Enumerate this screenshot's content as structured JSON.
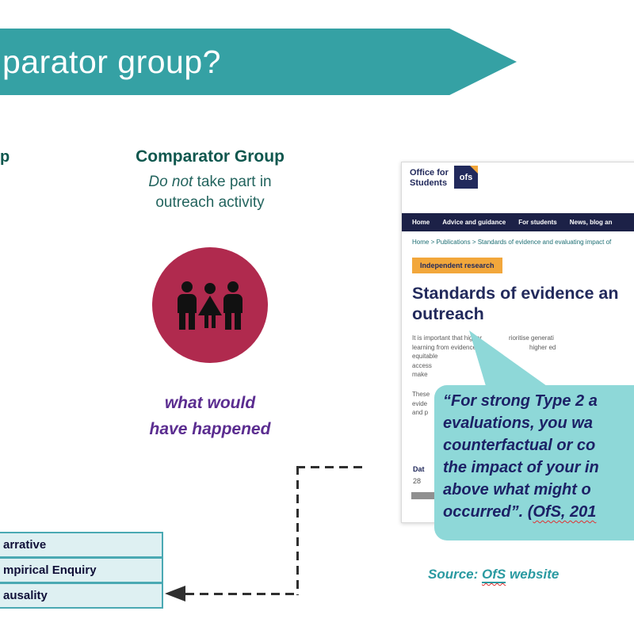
{
  "banner": {
    "title_fragment": "parator group?"
  },
  "left_column": {
    "fragment": "p"
  },
  "comparator": {
    "heading": "Comparator Group",
    "desc_emphasis": "Do not",
    "desc_rest": " take part in",
    "desc_line2": "outreach activity",
    "counterfactual_line1": "what would",
    "counterfactual_line2": "have happened"
  },
  "evidence_boxes": [
    {
      "label": "arrative"
    },
    {
      "label": "mpirical Enquiry"
    },
    {
      "label": "ausality"
    }
  ],
  "ofs_site": {
    "logo_text_line1": "Office for",
    "logo_text_line2": "Students",
    "logo_mark": "ofs",
    "nav_items": [
      {
        "label": "Home"
      },
      {
        "label": "Advice and guidance"
      },
      {
        "label": "For students"
      },
      {
        "label": "News, blog an"
      }
    ],
    "breadcrumb": "Home > Publications > Standards of evidence and evaluating impact of",
    "tag": "Independent research",
    "title_line1": "Standards of evidence an",
    "title_line2": "outreach",
    "body_p1_line1_left": "It is important that higher",
    "body_p1_line1_right": "rioritise generati",
    "body_p1_line2_left": "learning from evidence ab",
    "body_p1_line2_right": "higher ed",
    "body_p1_line3": "equitable",
    "body_p1_line4": "access",
    "body_p1_line5": "make",
    "body_p2_line1": "These",
    "body_p2_line2": "evide",
    "body_p2_line3": "and p",
    "date_label": "Dat",
    "date_value": "28"
  },
  "quote": {
    "line1": "“For strong Type 2 a",
    "line2": "evaluations, you wa",
    "line3": "counterfactual or co",
    "line4": "the impact of your in",
    "line5": "above what might o",
    "line6_prefix": "occurred”. (",
    "line6_marked": "OfS, 201"
  },
  "source": {
    "prefix": "Source: ",
    "link_text": "OfS",
    "suffix": " website"
  },
  "colors": {
    "banner_teal": "#35a1a4",
    "heading_teal": "#0f574e",
    "body_teal": "#23645e",
    "circle_red": "#b02a4e",
    "icon_black": "#111111",
    "purple": "#5b2d90",
    "box_fill": "#def0f2",
    "box_border": "#4aa9b3",
    "box_text": "#101038",
    "bubble_teal": "#8ed8d8",
    "ofs_navy": "#222a5c",
    "nav_navy": "#1c2147",
    "tag_orange": "#f2a73b",
    "quote_navy": "#1c2166",
    "source_teal": "#2a9aa1",
    "breadcrumb_teal": "#1e6f74",
    "dash_gray": "#2f2f2f",
    "squiggle_red": "#e03131"
  }
}
